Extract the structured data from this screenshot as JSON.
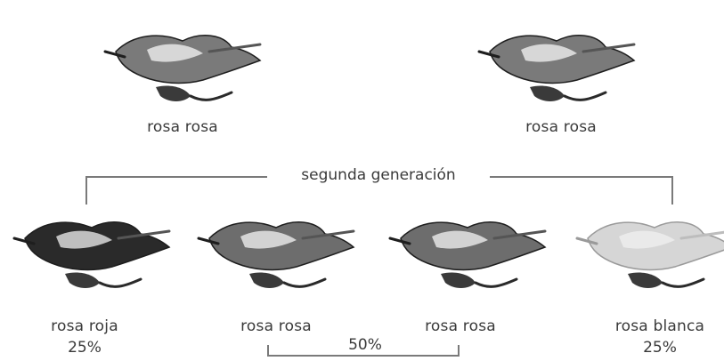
{
  "diagram": {
    "parents": [
      {
        "label": "rosa rosa",
        "color": "#7a7a7a"
      },
      {
        "label": "rosa rosa",
        "color": "#7a7a7a"
      }
    ],
    "generation_title": "segunda generación",
    "offspring": [
      {
        "label": "rosa roja",
        "percent": "25%",
        "color": "#2a2a2a"
      },
      {
        "label": "rosa rosa",
        "color": "#6d6d6d"
      },
      {
        "label": "rosa rosa",
        "color": "#6d6d6d"
      },
      {
        "label": "rosa blanca",
        "percent": "25%",
        "color": "#d6d6d6"
      }
    ],
    "pink_share": "50%"
  }
}
